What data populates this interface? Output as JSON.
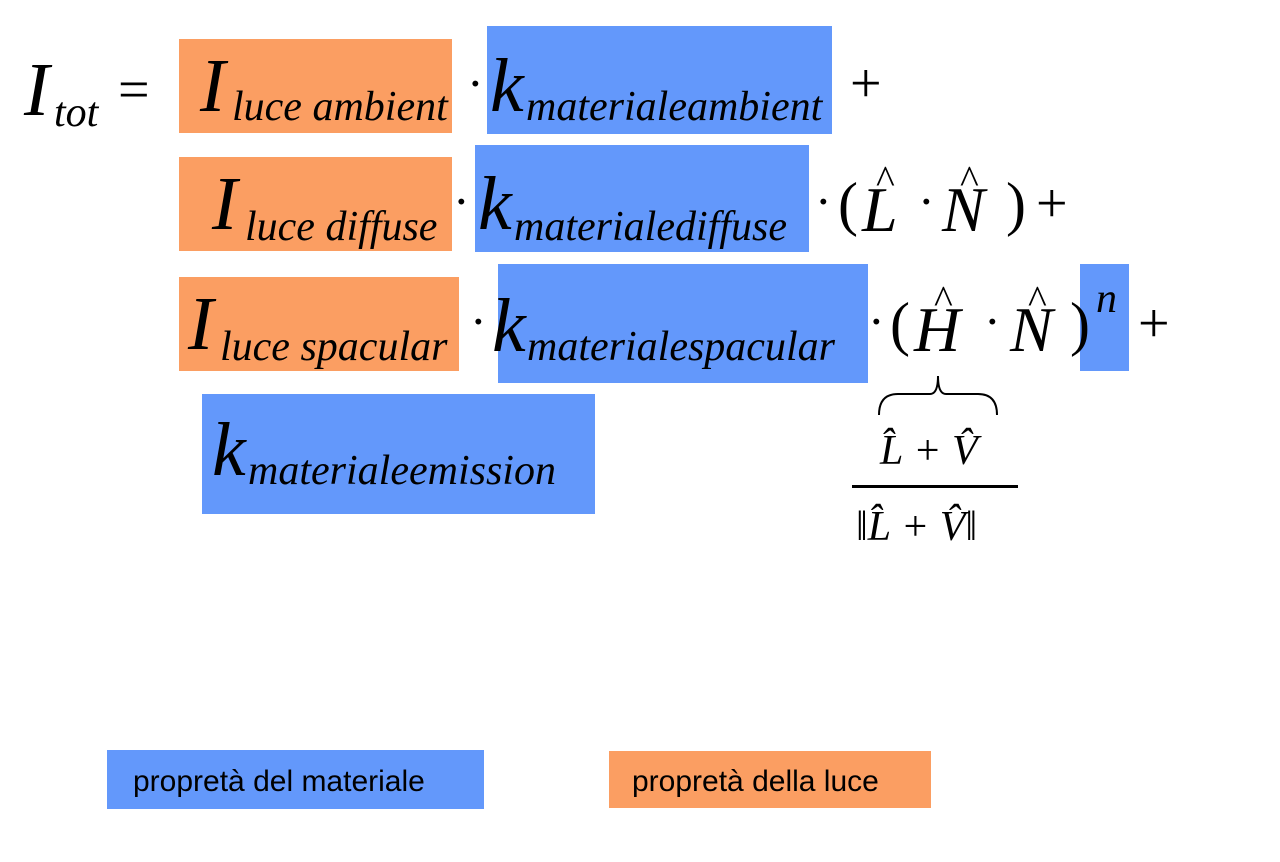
{
  "formula": {
    "lhs": {
      "symbol": "I",
      "subscript": "tot",
      "equals": "="
    },
    "rows": [
      {
        "light": {
          "symbol": "I",
          "subscript": "luce ambient"
        },
        "material": {
          "symbol": "k",
          "subscript": "materialeambient"
        },
        "tail": "+"
      },
      {
        "light": {
          "symbol": "I",
          "subscript": "luce diffuse"
        },
        "material": {
          "symbol": "k",
          "subscript": "materialediffuse"
        },
        "paren_open": "(",
        "vec_a": "L",
        "vec_b": "N",
        "paren_close": ")",
        "tail": "+"
      },
      {
        "light": {
          "symbol": "I",
          "subscript": "luce spacular"
        },
        "material": {
          "symbol": "k",
          "subscript": "materialespacular"
        },
        "paren_open": "(",
        "vec_a": "H",
        "vec_b": "N",
        "paren_close": ")",
        "exponent": "n",
        "tail": "+"
      },
      {
        "material": {
          "symbol": "k",
          "subscript": "materialeemission"
        }
      }
    ],
    "dot": "·",
    "hat": "^",
    "half_vector": {
      "numerator": "L̂ + V̂",
      "denominator": "‖L̂ + V̂‖"
    }
  },
  "legend": {
    "material_label": "propretà del materiale",
    "light_label": "propretà della luce"
  },
  "colors": {
    "light_property": "#fb9e62",
    "material_property": "#6398fb"
  }
}
